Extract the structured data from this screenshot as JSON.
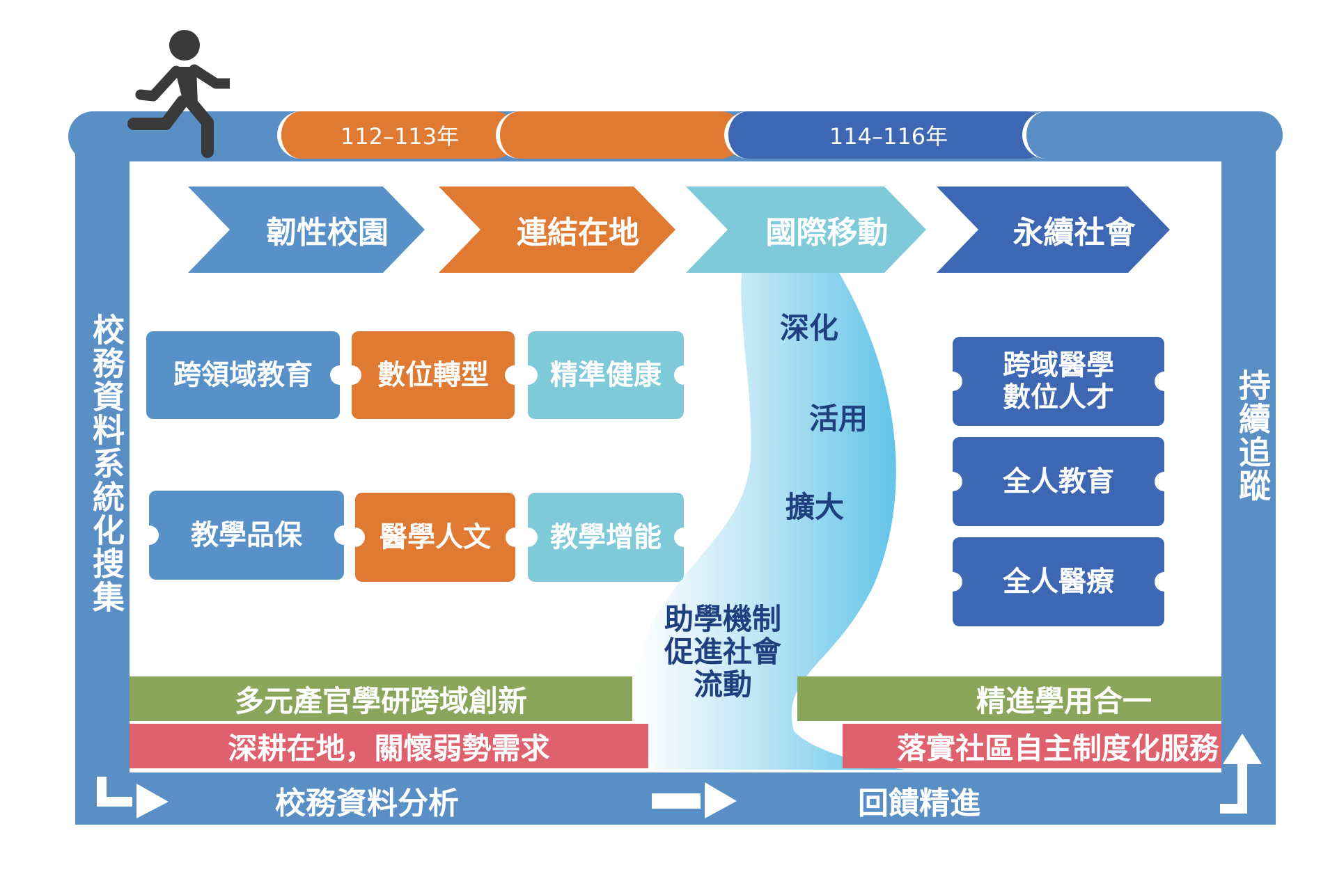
{
  "timeline": {
    "phase1": "112–113年",
    "phase2": "114–116年"
  },
  "pillars": [
    "韌性校園",
    "連結在地",
    "國際移動",
    "永續社會"
  ],
  "left_label": "校務資料系統化搜集",
  "right_label": "持續追蹤",
  "modules": {
    "row1": [
      "跨領域教育",
      "數位轉型",
      "精準健康"
    ],
    "row2": [
      "教學品保",
      "醫學人文",
      "教學增能"
    ]
  },
  "river": {
    "words": [
      "深化",
      "活用",
      "擴大"
    ],
    "bottom": "助學機制\n促進社會\n流動"
  },
  "right_modules": [
    "跨域醫學\n數位人才",
    "全人教育",
    "全人醫療"
  ],
  "bands": {
    "green_left": "多元產官學研跨域創新",
    "green_right": "精進學用合一",
    "red_left": "深耕在地，關懷弱勢需求",
    "red_right": "落實社區自主制度化服務"
  },
  "bottom_bar": {
    "left": "校務資料分析",
    "right": "回饋精進"
  },
  "colors": {
    "frame": "#5a8fc6",
    "orange": "#e07a33",
    "blue_dark": "#3d67b3",
    "blue_mid": "#5891c8",
    "cyan": "#7fcad8",
    "green": "#8aa65a",
    "red": "#e0616e"
  },
  "icons": [
    "runner-icon",
    "turn-arrow-icon",
    "right-arrow-icon",
    "up-turn-arrow-icon"
  ]
}
